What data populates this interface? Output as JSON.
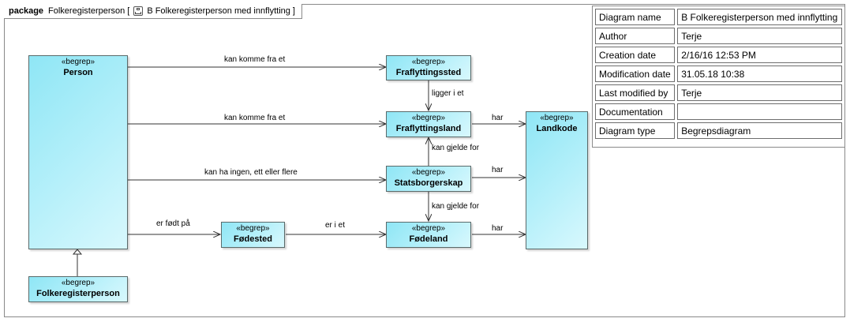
{
  "frame": {
    "keyword": "package",
    "package_name": "Folkeregisterperson",
    "bracket_open": "[",
    "diagram_name": "B Folkeregisterperson med innflytting",
    "bracket_close": "]"
  },
  "classes": {
    "person": {
      "stereotype": "«begrep»",
      "name": "Person"
    },
    "fraflyttingssted": {
      "stereotype": "«begrep»",
      "name": "Fraflyttingssted"
    },
    "fraflyttingsland": {
      "stereotype": "«begrep»",
      "name": "Fraflyttingsland"
    },
    "landkode": {
      "stereotype": "«begrep»",
      "name": "Landkode"
    },
    "statsborgerskap": {
      "stereotype": "«begrep»",
      "name": "Statsborgerskap"
    },
    "fodested": {
      "stereotype": "«begrep»",
      "name": "Fødested"
    },
    "fodeland": {
      "stereotype": "«begrep»",
      "name": "Fødeland"
    },
    "folkeregisterperson": {
      "stereotype": "«begrep»",
      "name": "Folkeregisterperson"
    }
  },
  "relations": {
    "person_fraflyttingssted": "kan komme fra et",
    "person_fraflyttingsland": "kan komme fra et",
    "person_statsborgerskap": "kan ha ingen, ett eller flere",
    "person_fodested": "er født på",
    "fodested_fodeland": "er i et",
    "fraflyttingssted_fraflyttingsland": "ligger i et",
    "statsborgerskap_fraflyttingsland": "kan gjelde for",
    "statsborgerskap_fodeland": "kan gjelde for",
    "fraflyttingsland_landkode": "har",
    "statsborgerskap_landkode": "har",
    "fodeland_landkode": "har"
  },
  "info_table": [
    {
      "key": "Diagram name",
      "value": "B Folkeregisterperson med innflytting"
    },
    {
      "key": "Author",
      "value": "Terje"
    },
    {
      "key": "Creation date",
      "value": "2/16/16 12:53 PM"
    },
    {
      "key": "Modification date",
      "value": "31.05.18 10:38"
    },
    {
      "key": "Last modified by",
      "value": "Terje"
    },
    {
      "key": "Documentation",
      "value": ""
    },
    {
      "key": "Diagram type",
      "value": "Begrepsdiagram"
    }
  ]
}
